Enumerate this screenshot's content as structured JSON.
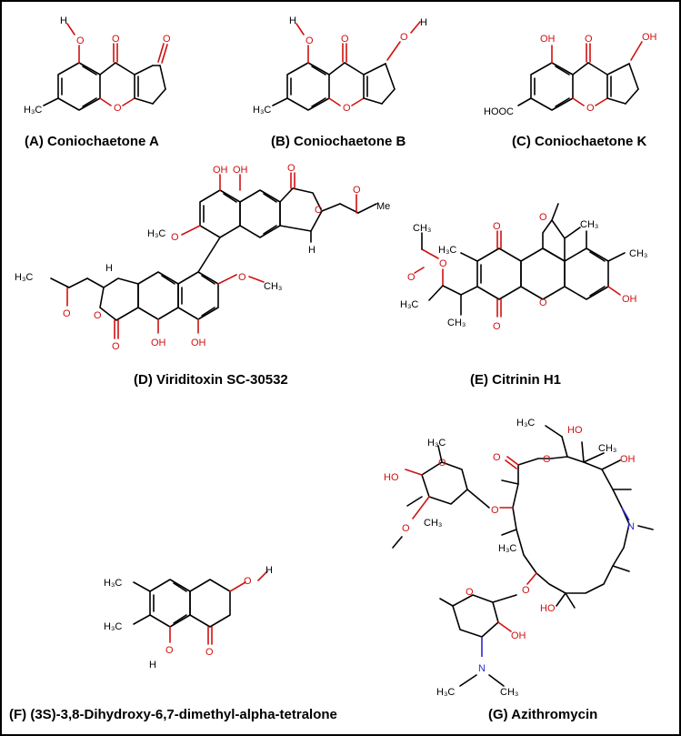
{
  "captions": {
    "A": "(A) Coniochaetone A",
    "B": "(B) Coniochaetone B",
    "C": "(C) Coniochaetone K",
    "D": "(D) Viriditoxin SC-30532",
    "E": "(E) Citrinin H1",
    "F": "(F) (3S)-3,8-Dihydroxy-6,7-dimethyl-alpha-tetralone",
    "G": "(G) Azithromycin"
  },
  "atoms": {
    "O": "O",
    "H": "H",
    "OH": "OH",
    "HO": "HO",
    "N": "N",
    "H3C": "H₃C",
    "CH3": "CH₃",
    "Me": "Me",
    "HOOC": "HOOC"
  }
}
